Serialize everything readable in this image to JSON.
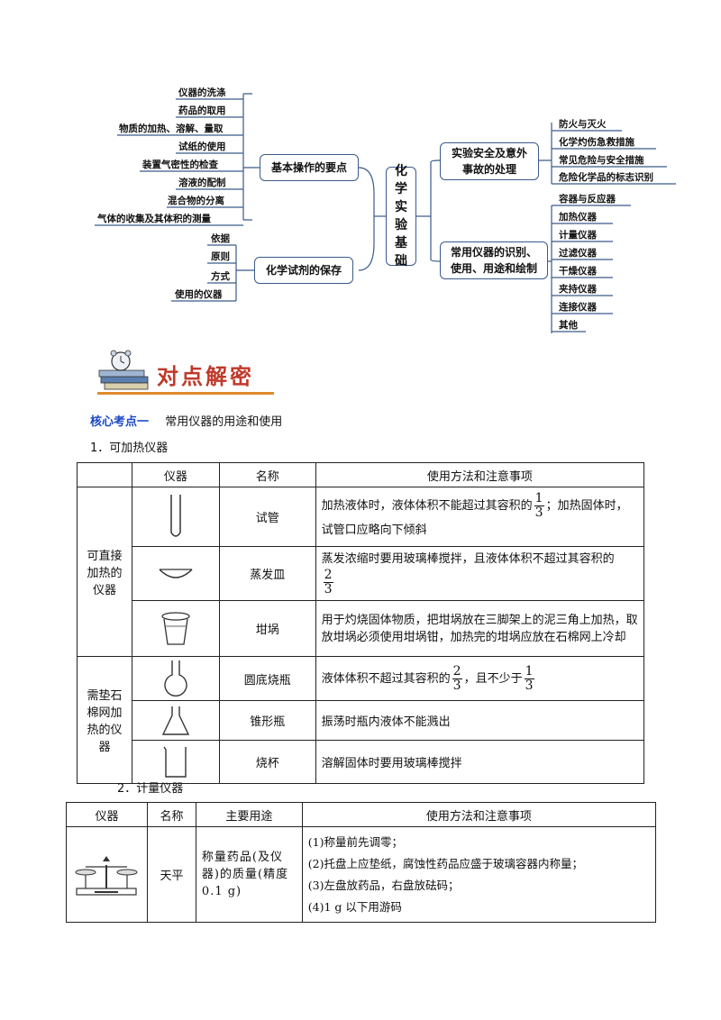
{
  "mindmap": {
    "center_chars": [
      "化",
      "学",
      "实",
      "验",
      "基",
      "础"
    ],
    "left_branches": [
      {
        "label": "基本操作的要点",
        "items": [
          "仪器的洗涤",
          "药品的取用",
          "物质的加热、溶解、量取",
          "试纸的使用",
          "装置气密性的检查",
          "溶液的配制",
          "混合物的分离",
          "气体的收集及其体积的测量"
        ]
      },
      {
        "label": "化学试剂的保存",
        "items": [
          "依据",
          "原则",
          "方式",
          "使用的仪器"
        ]
      }
    ],
    "right_branches": [
      {
        "label_lines": [
          "实验安全及意外",
          "事故的处理"
        ],
        "items": [
          "防火与灭火",
          "化学灼伤急救措施",
          "常见危险与安全措施",
          "危险化学品的标志识别"
        ]
      },
      {
        "label_lines": [
          "常用仪器的识别、",
          "使用、用途和绘制"
        ],
        "items": [
          "容器与反应器",
          "加热仪器",
          "计量仪器",
          "过滤仪器",
          "干燥仪器",
          "夹持仪器",
          "连接仪器",
          "其他"
        ]
      }
    ]
  },
  "banner": {
    "title": "对点解密"
  },
  "core_point": {
    "tag": "核心考点一",
    "text": "常用仪器的用途和使用"
  },
  "section1": {
    "title": "1．可加热仪器",
    "headers": [
      "",
      "仪器",
      "名称",
      "使用方法和注意事项"
    ],
    "groups": [
      {
        "label": "可直接加热的仪器"
      },
      {
        "label": "需垫石棉网加热的仪器"
      }
    ],
    "rows": [
      {
        "name": "试管",
        "icon": "test-tube-icon",
        "note_a": "加热液体时，液体体积不能超过其容积的",
        "frac_a": [
          "1",
          "3"
        ],
        "note_b": "；加热固体时，试管口应略向下倾斜"
      },
      {
        "name": "蒸发皿",
        "icon": "evaporating-dish-icon",
        "note_a": "蒸发浓缩时要用玻璃棒搅拌，且液体体积不超过其容积的",
        "frac_a": [
          "2",
          "3"
        ]
      },
      {
        "name": "坩埚",
        "icon": "crucible-icon",
        "note_a": "用于灼烧固体物质，把坩埚放在三脚架上的泥三角上加热，取放坩埚必须使用坩埚钳，加热完的坩埚应放在石棉网上冷却"
      },
      {
        "name": "圆底烧瓶",
        "icon": "round-bottom-flask-icon",
        "note_a": "液体体积不超过其容积的",
        "frac_a": [
          "2",
          "3"
        ],
        "note_b": "，且不少于",
        "frac_b": [
          "1",
          "3"
        ]
      },
      {
        "name": "锥形瓶",
        "icon": "conical-flask-icon",
        "note_a": "振荡时瓶内液体不能溅出"
      },
      {
        "name": "烧杯",
        "icon": "beaker-icon",
        "note_a": "溶解固体时要用玻璃棒搅拌"
      }
    ]
  },
  "section2": {
    "title": "2．计量仪器",
    "headers": [
      "仪器",
      "名称",
      "主要用途",
      "使用方法和注意事项"
    ],
    "rows": [
      {
        "name": "天平",
        "icon": "balance-icon",
        "use": "称量药品(及仪器)的质量(精度0.1 g)",
        "notes": [
          "(1)称量前先调零；",
          "(2)托盘上应垫纸，腐蚀性药品应盛于玻璃容器内称量；",
          "(3)左盘放药品，右盘放砝码；",
          "(4)1 g 以下用游码"
        ]
      }
    ]
  },
  "colors": {
    "line": "#3a5a8a",
    "banner_red": "#c0392b",
    "accent_blue": "#1a47c9"
  }
}
